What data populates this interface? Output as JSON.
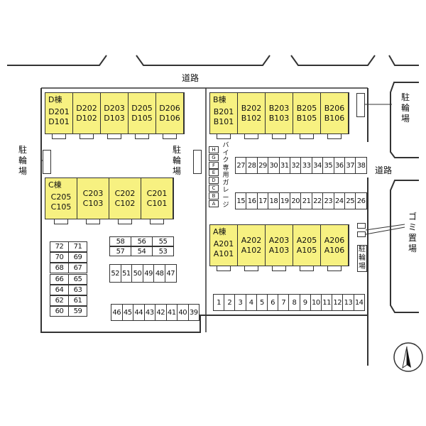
{
  "roads": {
    "top": "道路",
    "right": "道路"
  },
  "bike_parking": {
    "west": "駐輪場",
    "center": "駐輪場",
    "east": "駐輪場",
    "a_block": "駐輪場"
  },
  "garbage": "ゴミ置場",
  "motorbike_garage": {
    "label": "バイク専用ガレージ",
    "slots": [
      "H",
      "G",
      "F",
      "E",
      "D",
      "C",
      "B",
      "A"
    ]
  },
  "buildings": [
    {
      "name": "D棟",
      "units": [
        [
          "D201",
          "D101"
        ],
        [
          "D202",
          "D102"
        ],
        [
          "D203",
          "D103"
        ],
        [
          "D205",
          "D105"
        ],
        [
          "D206",
          "D106"
        ]
      ]
    },
    {
      "name": "B棟",
      "units": [
        [
          "B201",
          "B101"
        ],
        [
          "B202",
          "B102"
        ],
        [
          "B203",
          "B103"
        ],
        [
          "B205",
          "B105"
        ],
        [
          "B206",
          "B106"
        ]
      ]
    },
    {
      "name": "C棟",
      "units": [
        [
          "C205",
          "C105"
        ],
        [
          "C203",
          "C103"
        ],
        [
          "C202",
          "C102"
        ],
        [
          "C201",
          "C101"
        ]
      ]
    },
    {
      "name": "A棟",
      "units": [
        [
          "A201",
          "A101"
        ],
        [
          "A202",
          "A102"
        ],
        [
          "A203",
          "A103"
        ],
        [
          "A205",
          "A105"
        ],
        [
          "A206",
          "A106"
        ]
      ]
    }
  ],
  "parking": {
    "row_27_38": [
      "27",
      "28",
      "29",
      "30",
      "31",
      "32",
      "33",
      "34",
      "35",
      "36",
      "37",
      "38"
    ],
    "row_15_26": [
      "15",
      "16",
      "17",
      "18",
      "19",
      "20",
      "21",
      "22",
      "23",
      "24",
      "25",
      "26"
    ],
    "row_1_14": [
      "1",
      "2",
      "3",
      "4",
      "5",
      "6",
      "7",
      "8",
      "9",
      "10",
      "11",
      "12",
      "13",
      "14"
    ],
    "row_39_46": [
      "46",
      "45",
      "44",
      "43",
      "42",
      "41",
      "40",
      "39"
    ],
    "row_47_52": [
      "52",
      "51",
      "50",
      "49",
      "48",
      "47"
    ],
    "block_53_58": [
      [
        "58",
        "56",
        "55"
      ],
      [
        "57",
        "54",
        "53"
      ]
    ],
    "block_59_72": [
      [
        "72",
        "71"
      ],
      [
        "70",
        "69"
      ],
      [
        "68",
        "67"
      ],
      [
        "66",
        "65"
      ],
      [
        "64",
        "63"
      ],
      [
        "62",
        "61"
      ],
      [
        "60",
        "59"
      ]
    ]
  }
}
